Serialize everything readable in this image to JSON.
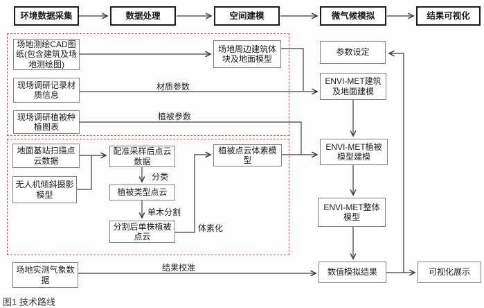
{
  "figure": {
    "caption": "图1 技术路线"
  },
  "stages": [
    {
      "label": "环境数据采集"
    },
    {
      "label": "数据处理"
    },
    {
      "label": "空间建模"
    },
    {
      "label": "微气候模拟"
    },
    {
      "label": "结果可视化"
    }
  ],
  "nodes": {
    "cad": {
      "label": "场地测绘CAD图纸(包含建筑及场地测绘图)"
    },
    "material_info": {
      "label": "现场调研记录材质信息"
    },
    "veg_chart": {
      "label": "现场调研植被种植图表"
    },
    "building_model": {
      "label": "场地周边建筑体块及地面模型"
    },
    "ground_scan": {
      "label": "地面基站扫描点云数据"
    },
    "uav_model": {
      "label": "无人机倾斜摄影模型"
    },
    "registered_cloud": {
      "label": "配准采样后点云数据"
    },
    "veg_type_cloud": {
      "label": "植被类型点云"
    },
    "segmented_cloud": {
      "label": "分割后单株植被点云"
    },
    "voxel_model": {
      "label": "植被点云体素模型"
    },
    "param_setting": {
      "label": "参数设定"
    },
    "envimet_building": {
      "label": "ENVI-MET建筑及地面建模"
    },
    "envimet_veg": {
      "label": "ENVI-MET植被模型建模"
    },
    "envimet_whole": {
      "label": "ENVI-MET整体模型"
    },
    "sim_result": {
      "label": "数值模拟结果"
    },
    "vis_display": {
      "label": "可视化展示"
    },
    "weather_data": {
      "label": "场地实测气象数据"
    }
  },
  "edge_labels": {
    "material_param": "材质参数",
    "vegetation_param": "植被参数",
    "classification": "分类",
    "single_tree_segmentation": "单木分割",
    "voxelization": "体素化",
    "result_calibration": "结果校准"
  },
  "colors": {
    "stage_border": "#1a1a1a",
    "node_border": "#7f7f7f",
    "dashed_group": "#c05a52",
    "connector": "#3d3d3d",
    "text": "#1a1a1a",
    "background": "#fdfdfd"
  }
}
